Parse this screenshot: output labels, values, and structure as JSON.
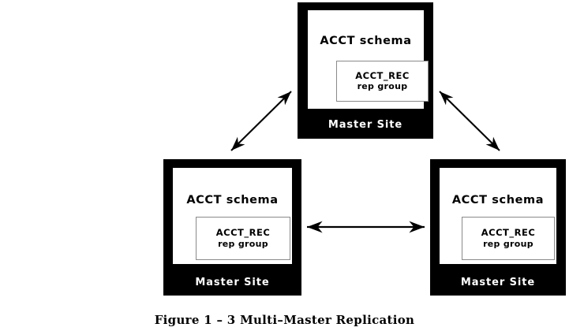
{
  "figure": {
    "caption": "Figure 1 – 3  Multi–Master Replication"
  },
  "diagram": {
    "type": "multi-master-replication-topology",
    "nodes": [
      {
        "id": "top",
        "schema_label": "ACCT schema",
        "rep_group_name": "ACCT_REC",
        "rep_group_kind": "rep group",
        "site_caption": "Master Site"
      },
      {
        "id": "bottom-left",
        "schema_label": "ACCT schema",
        "rep_group_name": "ACCT_REC",
        "rep_group_kind": "rep group",
        "site_caption": "Master Site"
      },
      {
        "id": "bottom-right",
        "schema_label": "ACCT schema",
        "rep_group_name": "ACCT_REC",
        "rep_group_kind": "rep group",
        "site_caption": "Master Site"
      }
    ],
    "connections": [
      {
        "id": "top-to-left",
        "from": "top",
        "to": "bottom-left",
        "style": "double-headed-arrow"
      },
      {
        "id": "top-to-right",
        "from": "top",
        "to": "bottom-right",
        "style": "double-headed-arrow"
      },
      {
        "id": "left-to-right",
        "from": "bottom-left",
        "to": "bottom-right",
        "style": "double-headed-arrow"
      }
    ],
    "colors": {
      "site_frame": "#000000",
      "site_inner": "#ffffff",
      "rep_box_border": "#8a8a8a",
      "text_on_frame": "#ffffff",
      "text_on_inner": "#000000",
      "arrow": "#000000",
      "background": "#ffffff"
    }
  }
}
